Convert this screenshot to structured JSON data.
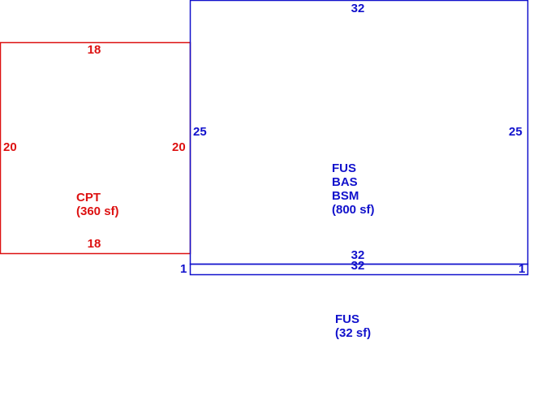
{
  "colors": {
    "cpt": "#dd1111",
    "house": "#1111cc"
  },
  "cpt": {
    "top": "18",
    "bottom": "18",
    "left": "20",
    "right": "20",
    "name": "CPT",
    "area": "(360 sf)"
  },
  "main": {
    "top": "32",
    "bottom": "32",
    "left": "25",
    "right": "25",
    "line1": "FUS",
    "line2": "BAS",
    "line3": "BSM",
    "area": "(800 sf)"
  },
  "strip": {
    "top": "32",
    "left": "1",
    "right": "1",
    "name": "FUS",
    "area": "(32 sf)"
  }
}
